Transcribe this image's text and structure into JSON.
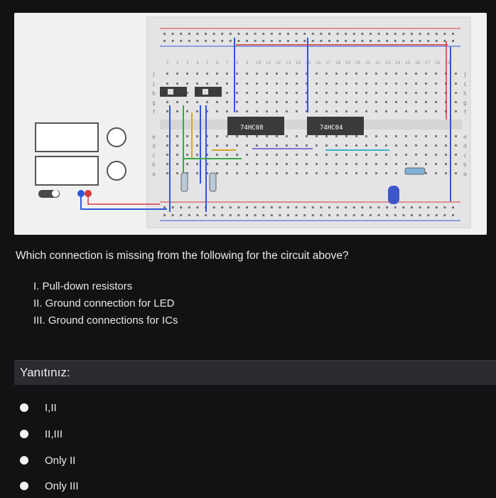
{
  "figure": {
    "chip1": "74HC08",
    "chip2": "74HC04",
    "row_letters": [
      "j",
      "i",
      "h",
      "g",
      "f",
      "e",
      "d",
      "c",
      "b",
      "a"
    ],
    "col_numbers": [
      "1",
      "2",
      "3",
      "4",
      "5",
      "6",
      "7",
      "8",
      "9",
      "10",
      "11",
      "12",
      "13",
      "14",
      "15",
      "16",
      "17",
      "18",
      "19",
      "20",
      "21",
      "22",
      "23",
      "24",
      "25",
      "26",
      "27",
      "28",
      "29"
    ],
    "colors": {
      "bus_blue": "#2f56d8",
      "bus_red": "#d83a3a",
      "wire_green": "#39a845",
      "wire_yellow": "#d7a82a",
      "wire_purple": "#8a6cd6",
      "wire_cyan": "#3bb3c9",
      "led_blue": "#3d57c8",
      "switch": "#3c3c3c"
    }
  },
  "question": {
    "text": "Which connection is missing from the following for the circuit above?",
    "statements": [
      "I. Pull-down resistors",
      "II. Ground connection for LED",
      "III. Ground connections for ICs"
    ]
  },
  "answer": {
    "label": "Yanıtınız:",
    "options": [
      "I,II",
      "II,III",
      "Only II",
      "Only III"
    ]
  }
}
